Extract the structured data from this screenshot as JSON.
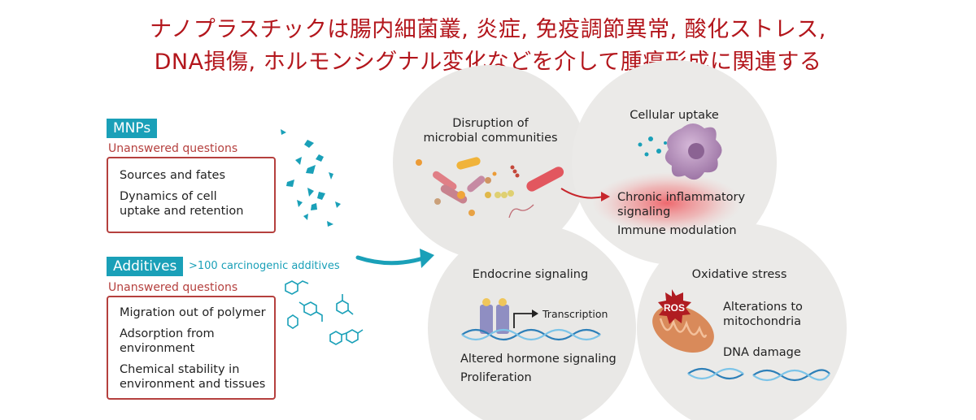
{
  "title": {
    "line1": "ナノプラスチックは腸内細菌叢, 炎症, 免疫調節異常, 酸化ストレス,",
    "line2": "DNA損傷, ホルモンシグナル変化などを介して腫瘍形成に関連する"
  },
  "mnps": {
    "tag": "MNPs",
    "unanswered": "Unanswered questions",
    "questions": [
      "Sources and fates",
      "Dynamics of cell",
      "uptake and retention"
    ]
  },
  "additives": {
    "tag": "Additives",
    "note": ">100 carcinogenic additives",
    "unanswered": "Unanswered questions",
    "questions": [
      "Migration out of polymer",
      "Adsorption from",
      "environment",
      "Chemical stability in",
      "environment and tissues"
    ]
  },
  "panels": {
    "microbial": {
      "title_l1": "Disruption of",
      "title_l2": "microbial communities"
    },
    "uptake": {
      "title": "Cellular uptake",
      "item1_l1": "Chronic inflammatory",
      "item1_l2": "signaling",
      "item2": "Immune modulation"
    },
    "endocrine": {
      "title": "Endocrine signaling",
      "transcription": "Transcription",
      "item1": "Altered hormone signaling",
      "item2": "Proliferation"
    },
    "oxidative": {
      "title": "Oxidative stress",
      "ros": "ROS",
      "item1_l1": "Alterations to",
      "item1_l2": "mitochondria",
      "item2": "DNA damage"
    }
  },
  "colors": {
    "title_red": "#b3161c",
    "teal": "#1aa0b8",
    "box_red": "#b5403e",
    "panel_bg": "#e9e8e6",
    "inflammation": "#e8474b"
  }
}
